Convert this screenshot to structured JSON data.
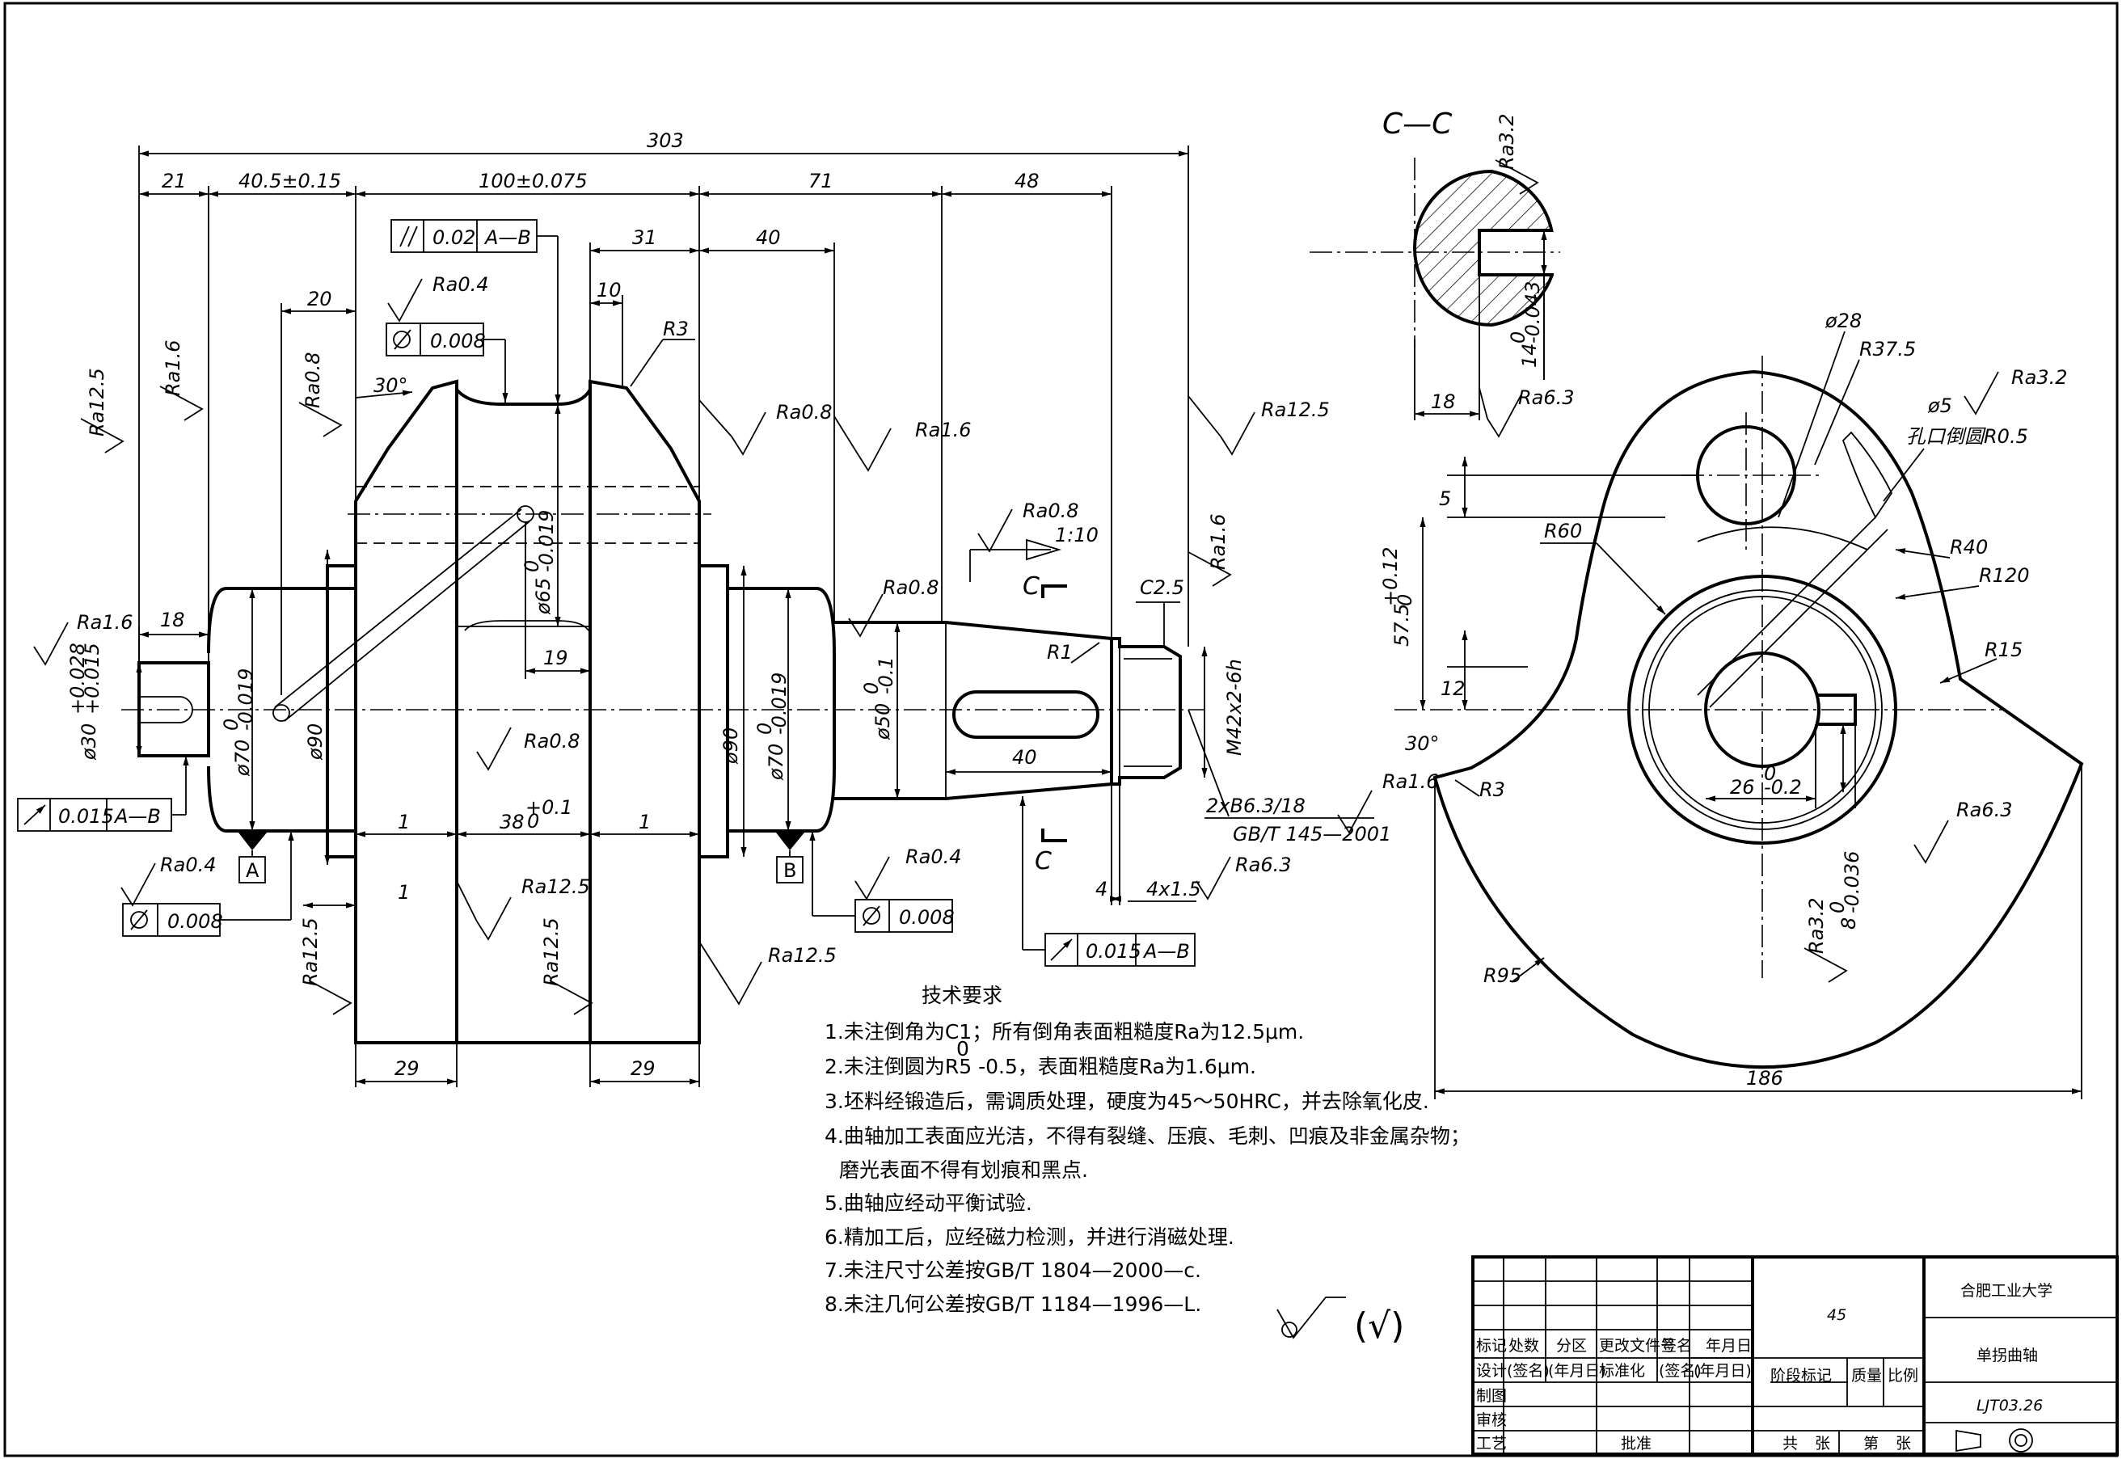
{
  "section_label": "C—C",
  "view_mark": "C",
  "dims": {
    "overall": "303",
    "d21": "21",
    "d40_5": "40.5±0.15",
    "d100": "100±0.075",
    "d71": "71",
    "d48": "48",
    "d31": "31",
    "d40a": "40",
    "d20": "20",
    "d10": "10",
    "r3a": "R3",
    "ang30": "30°",
    "d18a": "18",
    "dia30": "ø30",
    "dia30_tol_up": "+0.028",
    "dia30_tol_lo": "+0.015",
    "dia70a": "ø70",
    "dia70_tol": "0",
    "dia70_tol2": "-0.019",
    "dia90a": "ø90",
    "dia65": "ø65",
    "dia65_tol": "0",
    "dia65_tol2": "-0.019",
    "d19": "19",
    "d1a": "1",
    "d38": "38",
    "d38_tol": "+0.1",
    "d38_tol2": "0",
    "d1b": "1",
    "d1c": "1",
    "dia90b": "ø90",
    "dia70b": "ø70",
    "dia50": "ø50",
    "dia50_tol": "0",
    "dia50_tol2": "-0.1",
    "taper": "1:10",
    "r1": "R1",
    "d40b": "40",
    "c25": "C2.5",
    "m42": "M42x2-6h",
    "d4": "4",
    "d4x15": "4x1.5",
    "d29a": "29",
    "d29b": "29",
    "center_hole": "2xB6.3/18",
    "center_std": "GB/T 145—2001",
    "sec_width": "14",
    "sec_width_tol": "0",
    "sec_width_tol2": "-0.043",
    "sec_depth": "18",
    "dia28": "ø28",
    "r37_5": "R37.5",
    "dia5": "ø5",
    "hole_chamfer": "孔口倒圆R0.5",
    "r60": "R60",
    "r40": "R40",
    "r120": "R120",
    "r15": "R15",
    "d5": "5",
    "d57_5": "57.5",
    "d57_5_tol": "+0.12",
    "d57_5_tol2": "0",
    "d12": "12",
    "ang30b": "30°",
    "r3b": "R3",
    "d26": "26",
    "d26_tol": "0",
    "d26_tol2": "-0.2",
    "key_depth": "8",
    "key_depth_tol": "0",
    "key_depth_tol2": "-0.036",
    "r95": "R95",
    "d186": "186"
  },
  "roughness": {
    "ra125_left": "Ra12.5",
    "ra16_a": "Ra1.6",
    "ra08_a": "Ra0.8",
    "ra04_a": "Ra0.4",
    "ra08_b": "Ra0.8",
    "ra16_b": "Ra1.6",
    "ra125_right": "Ra12.5",
    "ra08_c": "Ra0.8",
    "ra08_d": "Ra0.8",
    "ra16_c": "Ra1.6",
    "ra16_side": "Ra1.6",
    "ra04_b": "Ra0.4",
    "ra16_d": "Ra1.6",
    "ra63_a": "Ra6.3",
    "ra08_e": "Ra0.8",
    "ra125_a": "Ra12.5",
    "ra125_b": "Ra12.5",
    "ra125_c": "Ra12.5",
    "ra125_d": "Ra12.5",
    "ra32_a": "Ra3.2",
    "ra63_b": "Ra6.3",
    "ra32_b": "Ra3.2",
    "ra63_c": "Ra6.3",
    "ra32_c": "Ra3.2"
  },
  "gdt": {
    "parallel_val": "0.02",
    "parallel_ref": "A—B",
    "cyl_a": "0.008",
    "runout_left_val": "0.015",
    "runout_left_ref": "A—B",
    "cyl_b": "0.008",
    "cyl_c": "0.008",
    "runout_right_val": "0.015",
    "runout_right_ref": "A—B",
    "datum_a": "A",
    "datum_b": "B"
  },
  "tech_req": {
    "title": "技术要求",
    "items": [
      "1.未注倒角为C1；所有倒角表面粗糙度Ra为12.5μm.",
      "2.未注倒圆为R5 -0.5，表面粗糙度Ra为1.6μm.",
      "3.坯料经锻造后，需调质处理，硬度为45～50HRC，并去除氧化皮.",
      "4.曲轴加工表面应光洁，不得有裂缝、压痕、毛刺、凹痕及非金属杂物；",
      "磨光表面不得有划痕和黑点.",
      "5.曲轴应经动平衡试验.",
      "6.精加工后，应经磁力检测，并进行消磁处理.",
      "7.未注尺寸公差按GB/T 1804—2000—c.",
      "8.未注几何公差按GB/T 1184—1996—L."
    ],
    "r5_sup": "0"
  },
  "general_finish": "(√)",
  "title_block": {
    "material": "45",
    "school": "合肥工业大学",
    "part_name": "单拐曲轴",
    "drawing_no": "LJT03.26",
    "row1": [
      "标记",
      "处数",
      "分区",
      "更改文件号",
      "签名",
      "年月日"
    ],
    "row2": [
      "设计",
      "(签名)",
      "(年月日)",
      "标准化",
      "(签名)",
      "(年月日)"
    ],
    "stage": "阶段标记",
    "mass": "质量",
    "scale": "比例",
    "draw": "制图",
    "check": "审核",
    "process": "工艺",
    "approve": "批准",
    "total": "共",
    "sheets": "张",
    "sheet_no": "第",
    "sheet_unit": "张"
  }
}
